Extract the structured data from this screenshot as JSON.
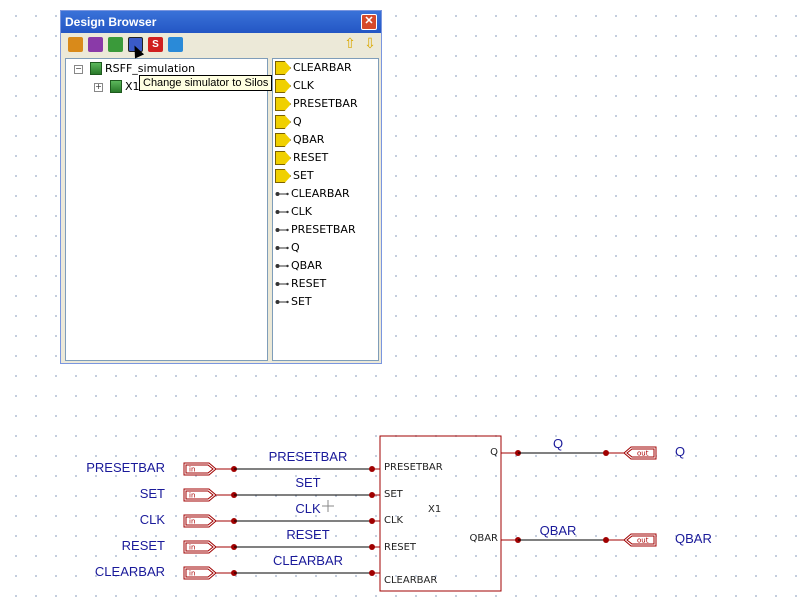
{
  "window": {
    "title": "Design Browser",
    "close_glyph": "✕",
    "toolbar": {
      "buttons": [
        {
          "icon": "module-icon",
          "color": "#d98a1a"
        },
        {
          "icon": "grid-icon",
          "color": "#8a3aa8"
        },
        {
          "icon": "chip-icon",
          "color": "#3a9a3a"
        },
        {
          "icon": "change-simulator-icon",
          "color": "#3a5ac8"
        },
        {
          "icon": "silos-icon",
          "label": "S",
          "color": "#d02020"
        },
        {
          "icon": "snowflake-icon",
          "color": "#2a8ad8"
        }
      ],
      "up_glyph": "⇧",
      "down_glyph": "⇩"
    },
    "tree": {
      "root": {
        "expander": "−",
        "label": "RSFF_simulation"
      },
      "child": {
        "expander": "+",
        "label": "X1"
      }
    },
    "tooltip": "Change simulator to Silos",
    "signals": [
      {
        "kind": "port",
        "label": "CLEARBAR"
      },
      {
        "kind": "port",
        "label": "CLK"
      },
      {
        "kind": "port",
        "label": "PRESETBAR"
      },
      {
        "kind": "port",
        "label": "Q"
      },
      {
        "kind": "port",
        "label": "QBAR"
      },
      {
        "kind": "port",
        "label": "RESET"
      },
      {
        "kind": "port",
        "label": "SET"
      },
      {
        "kind": "net",
        "label": "CLEARBAR"
      },
      {
        "kind": "net",
        "label": "CLK"
      },
      {
        "kind": "net",
        "label": "PRESETBAR"
      },
      {
        "kind": "net",
        "label": "Q"
      },
      {
        "kind": "net",
        "label": "QBAR"
      },
      {
        "kind": "net",
        "label": "RESET"
      },
      {
        "kind": "net",
        "label": "SET"
      }
    ]
  },
  "schematic": {
    "instance": "X1",
    "inputs": [
      {
        "port": "PRESETBAR",
        "net": "PRESETBAR",
        "pin": "PRESETBAR",
        "tag": "in"
      },
      {
        "port": "SET",
        "net": "SET",
        "pin": "SET",
        "tag": "in"
      },
      {
        "port": "CLK",
        "net": "CLK",
        "pin": "CLK",
        "tag": "in"
      },
      {
        "port": "RESET",
        "net": "RESET",
        "pin": "RESET",
        "tag": "in"
      },
      {
        "port": "CLEARBAR",
        "net": "CLEARBAR",
        "pin": "CLEARBAR",
        "tag": "in"
      }
    ],
    "outputs": [
      {
        "port": "Q",
        "net": "Q",
        "pin": "Q",
        "tag": "out"
      },
      {
        "port": "QBAR",
        "net": "QBAR",
        "pin": "QBAR",
        "tag": "out"
      }
    ],
    "colors": {
      "wire": "#000000",
      "symbol": "#a00000",
      "label": "#1a1a9a"
    }
  }
}
